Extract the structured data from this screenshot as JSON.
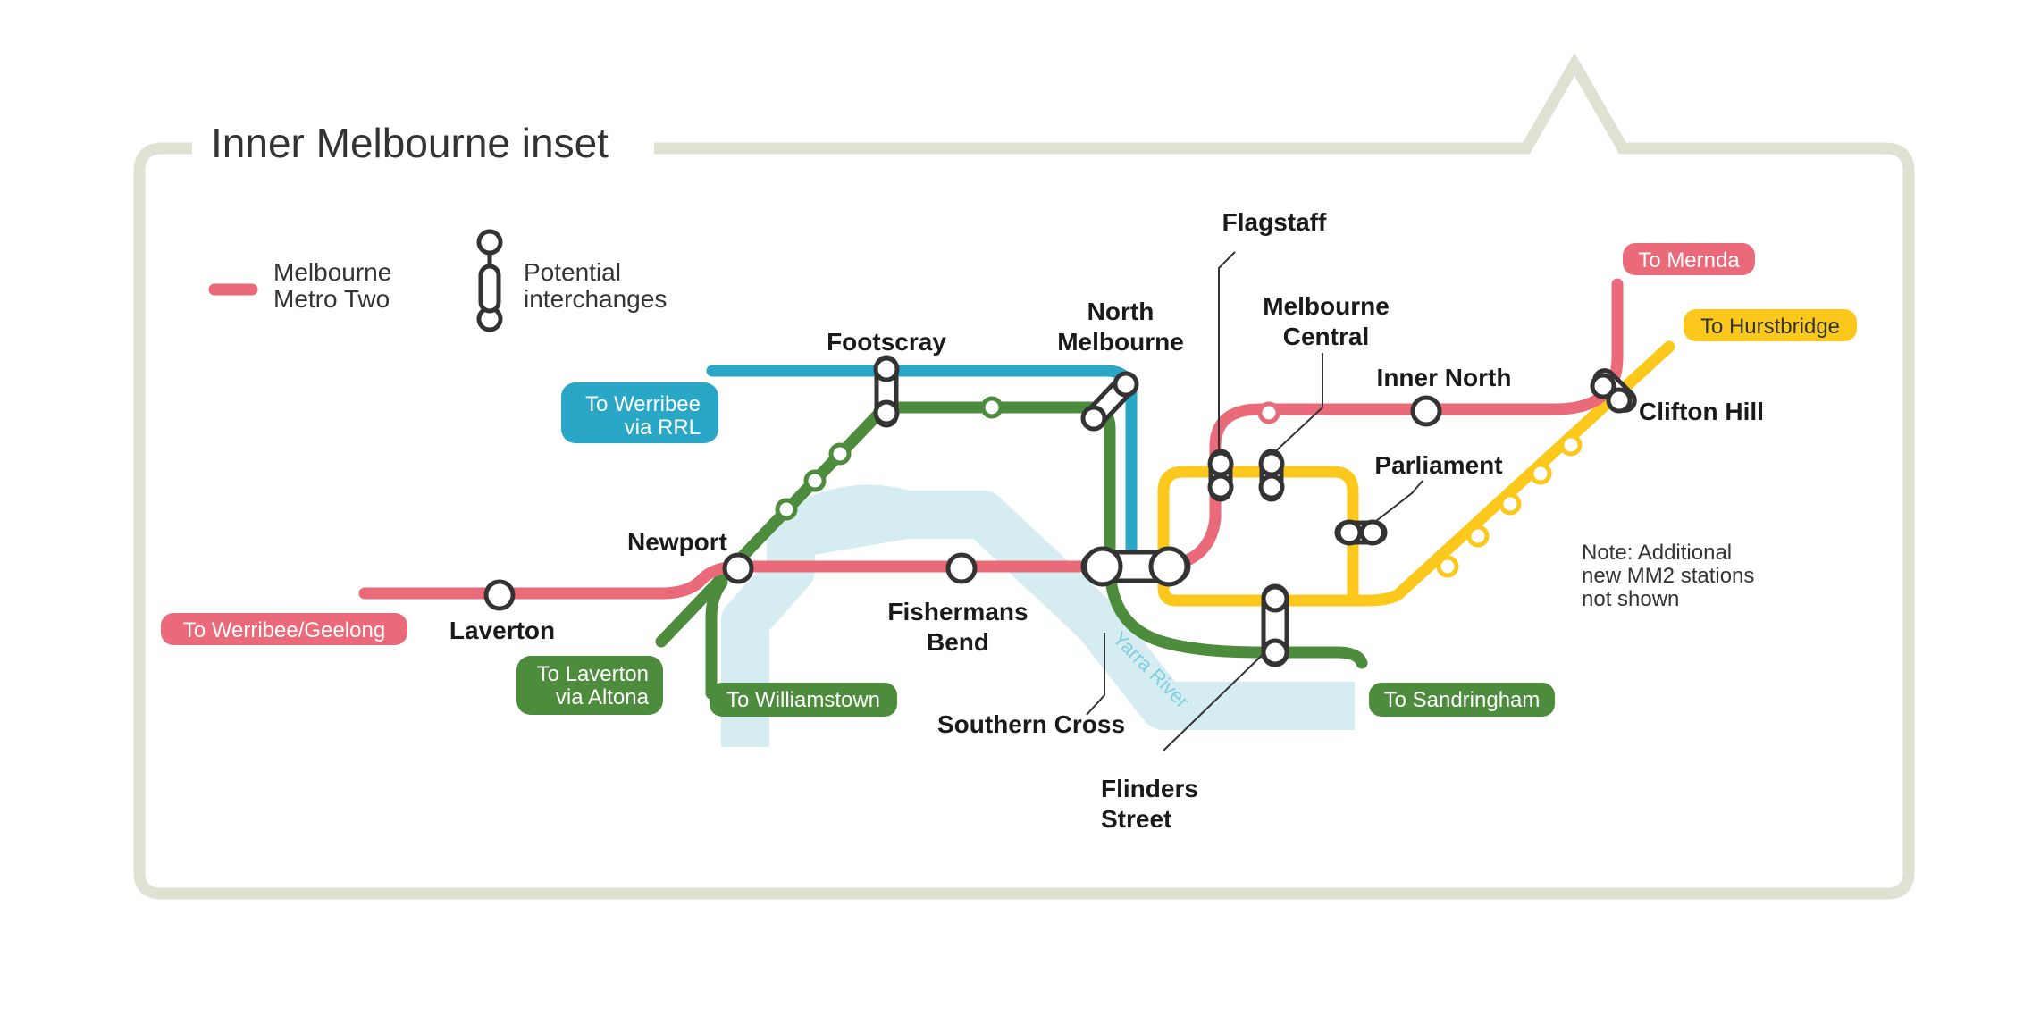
{
  "title": "Inner Melbourne inset",
  "colors": {
    "frame": "#e0e1d3",
    "mm2": "#ea6a7a",
    "rrl": "#2aa7c6",
    "green": "#4e8c3d",
    "yellow": "#fcc81c",
    "river": "#d5ecf0",
    "interchange_stroke": "#333333"
  },
  "legend": {
    "line_label_1": "Melbourne",
    "line_label_2": "Metro Two",
    "interchange_label_1": "Potential",
    "interchange_label_2": "interchanges"
  },
  "stations": {
    "footscray": "Footscray",
    "north_melbourne_1": "North",
    "north_melbourne_2": "Melbourne",
    "flagstaff": "Flagstaff",
    "melbourne_central_1": "Melbourne",
    "melbourne_central_2": "Central",
    "inner_north": "Inner North",
    "clifton_hill": "Clifton Hill",
    "parliament": "Parliament",
    "newport": "Newport",
    "laverton": "Laverton",
    "fishermans_1": "Fishermans",
    "fishermans_2": "Bend",
    "southern_cross": "Southern Cross",
    "flinders_1": "Flinders",
    "flinders_2": "Street"
  },
  "destinations": {
    "mernda": "To Mernda",
    "hurstbridge": "To Hurstbridge",
    "werribee_rrl_1": "To Werribee",
    "werribee_rrl_2": "via RRL",
    "werribee_geelong": "To Werribee/Geelong",
    "laverton_altona_1": "To Laverton",
    "laverton_altona_2": "via Altona",
    "williamstown": "To Williamstown",
    "sandringham": "To Sandringham"
  },
  "river_label": "Yarra River",
  "note": {
    "line1": "Note: Additional",
    "line2": "new MM2 stations",
    "line3": "not shown"
  }
}
